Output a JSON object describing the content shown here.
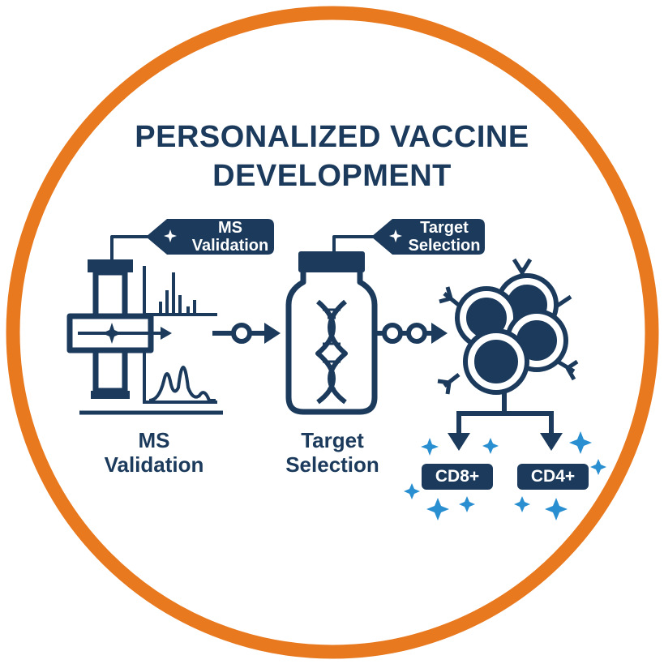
{
  "title": {
    "line1": "PERSONALIZED VACCINE",
    "line2": "DEVELOPMENT"
  },
  "steps": [
    {
      "tag_line1": "MS",
      "tag_line2": "Validation",
      "caption_line1": "MS",
      "caption_line2": "Validation",
      "icon": "mass-spectrometer-icon"
    },
    {
      "tag_line1": "Target",
      "tag_line2": "Selection",
      "caption_line1": "Target",
      "caption_line2": "Selection",
      "icon": "dna-vial-icon"
    },
    {
      "icon": "t-cell-cluster-icon",
      "branches": [
        {
          "label": "CD8+"
        },
        {
          "label": "CD4+"
        }
      ]
    }
  ],
  "colors": {
    "ring": "#e8791f",
    "navy": "#1b3a5c",
    "accent": "#2a8fd0",
    "background": "#ffffff"
  }
}
